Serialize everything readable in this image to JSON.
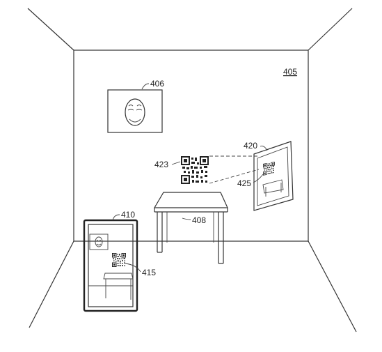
{
  "labels": {
    "room": "405",
    "picture": "406",
    "table": "408",
    "device": "410",
    "device_code": "415",
    "mirror": "420",
    "code": "423",
    "reflected_code": "425"
  },
  "icons": {
    "face": "face-icon",
    "qr": "qr-code-icon"
  }
}
